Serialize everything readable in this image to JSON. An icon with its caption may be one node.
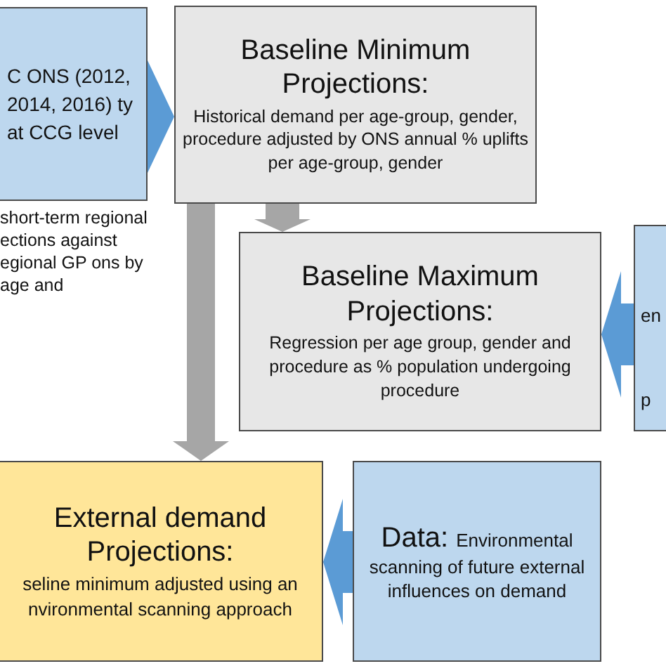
{
  "diagram": {
    "nodes": [
      {
        "text": [
          "C ONS (2012, 2014, 2016) ty at CCG level"
        ]
      },
      {
        "text": [
          "Baseline Minimum Projections:",
          "Historical demand per age-group, gender, procedure adjusted by ONS annual % uplifts per age-group, gender"
        ]
      },
      {
        "text": [
          "Baseline Maximum Projections:",
          "Regression per age group, gender and procedure as % population undergoing procedure"
        ]
      },
      {
        "text": [
          "en",
          "p"
        ]
      },
      {
        "text": [
          "External demand Projections:",
          "seline minimum adjusted using an nvironmental scanning approach"
        ]
      },
      {
        "text": [
          "Data:",
          "Environmental scanning of future external influences on demand"
        ]
      }
    ],
    "edges": [
      {
        "from": 0,
        "to": 1,
        "arrow": "to"
      },
      {
        "from": 1,
        "to": 2,
        "arrow": "to",
        "color": "#a6a6a6"
      },
      {
        "from": 1,
        "to": 4,
        "arrow": "to",
        "color": "#a6a6a6"
      },
      {
        "from": 3,
        "to": 2,
        "arrow": "to"
      },
      {
        "from": 5,
        "to": 4,
        "arrow": "to"
      }
    ],
    "labels": [
      "short-term regional ections against egional GP ons by age and"
    ]
  }
}
